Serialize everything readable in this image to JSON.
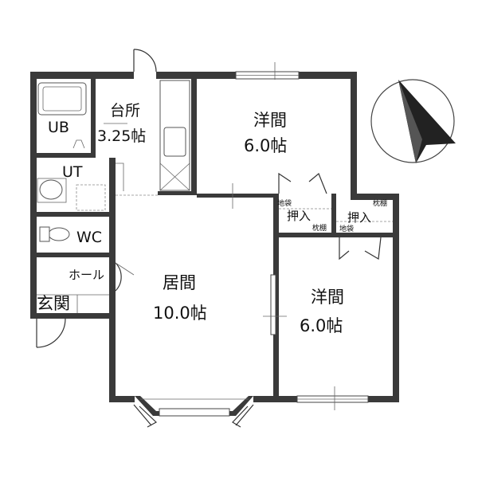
{
  "rooms": {
    "ub": "UB",
    "kitchen": {
      "name": "台所",
      "size": "3.25帖"
    },
    "bedroom1": {
      "name": "洋間",
      "size": "6.0帖"
    },
    "ut": "UT",
    "wc": "WC",
    "hall": "ホール",
    "entrance": "玄関",
    "living": {
      "name": "居間",
      "size": "10.0帖"
    },
    "bedroom2": {
      "name": "洋間",
      "size": "6.0帖"
    },
    "closet1": {
      "name": "押入",
      "upper": "地袋",
      "lower": "枕棚"
    },
    "closet2": {
      "name": "押入",
      "upper": "枕棚",
      "lower": "地袋"
    }
  },
  "compass": {
    "icon": "north-arrow-icon"
  },
  "colors": {
    "wall": "#3a3a3a",
    "line": "#333333"
  }
}
